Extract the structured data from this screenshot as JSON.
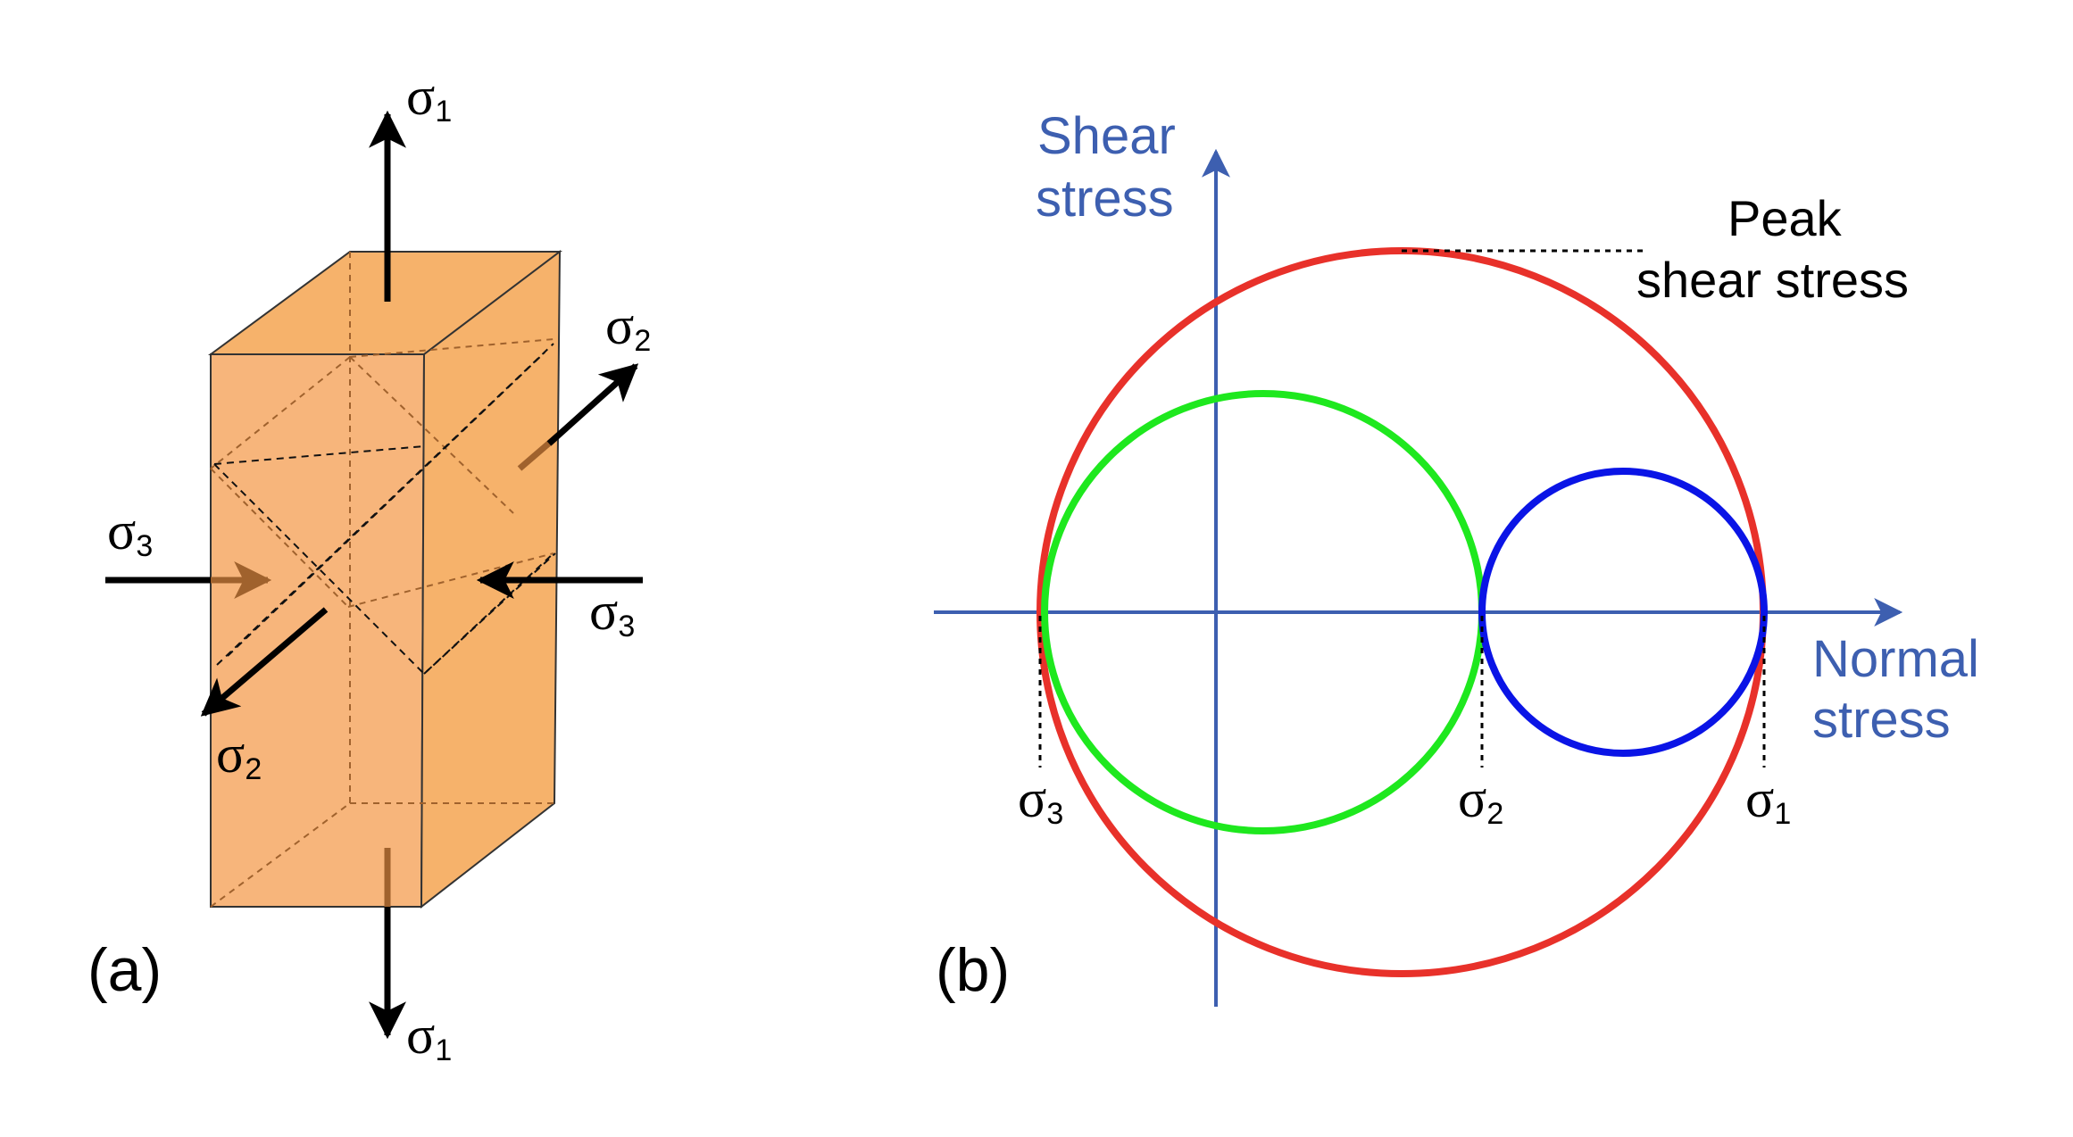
{
  "panel_a": {
    "label": "(a)",
    "stresses": {
      "top": {
        "symbol": "σ",
        "sub": "1"
      },
      "bottom": {
        "symbol": "σ",
        "sub": "1"
      },
      "back_right": {
        "symbol": "σ",
        "sub": "2"
      },
      "front_left": {
        "symbol": "σ",
        "sub": "2"
      },
      "left": {
        "symbol": "σ",
        "sub": "3"
      },
      "right": {
        "symbol": "σ",
        "sub": "3"
      }
    },
    "colors": {
      "block_fill": "#f6b26b",
      "arrow": "#000000",
      "hidden_arrow": "#a0622d"
    }
  },
  "panel_b": {
    "label": "(b)",
    "y_axis_label": [
      "Shear",
      "stress"
    ],
    "x_axis_label": [
      "Normal",
      "stress"
    ],
    "annotation": [
      "Peak",
      "shear stress"
    ],
    "principal_labels": [
      {
        "symbol": "σ",
        "sub": "3"
      },
      {
        "symbol": "σ",
        "sub": "2"
      },
      {
        "symbol": "σ",
        "sub": "1"
      }
    ],
    "colors": {
      "axis": "#3d5fb0",
      "axis_label": "#3d5fb0",
      "circle_13": "#e8312a",
      "circle_23": "#1ee81e",
      "circle_12": "#0a14e6"
    }
  }
}
